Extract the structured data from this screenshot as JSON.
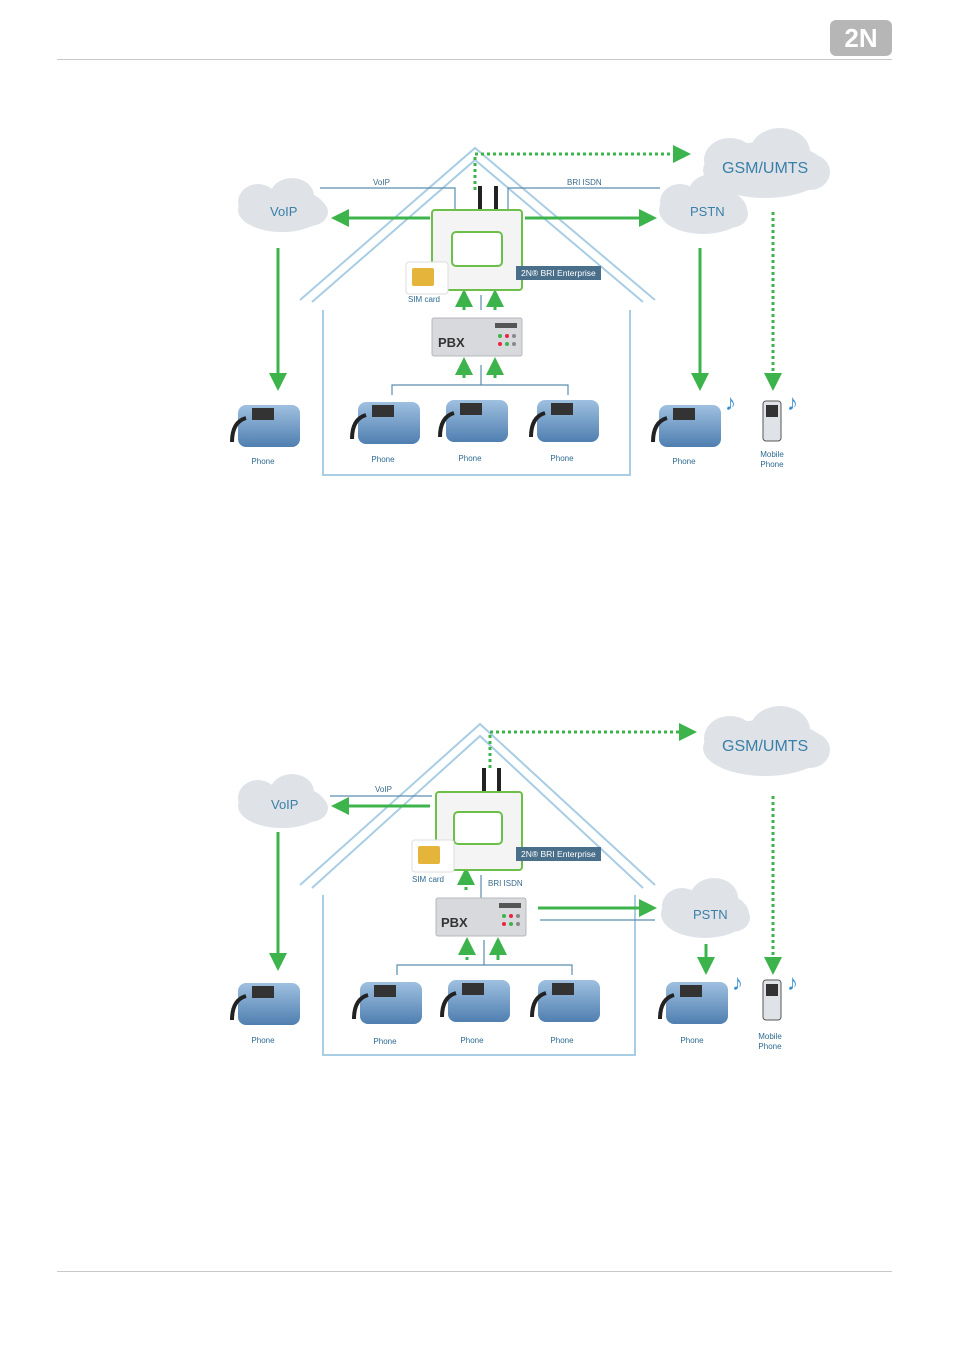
{
  "header": {
    "logo_text": "2N"
  },
  "diagrams": [
    {
      "clouds": {
        "voip": "VoIP",
        "pstn": "PSTN",
        "gsm": "GSM/UMTS"
      },
      "line_labels": {
        "voip": "VoIP",
        "bri": "BRI ISDN"
      },
      "device": {
        "label": "2N® BRI Enterprise",
        "sim": "SIM card",
        "pbx": "PBX"
      },
      "phones": [
        "Phone",
        "Phone",
        "Phone",
        "Phone",
        "Phone"
      ],
      "mobile": "Mobile\nPhone"
    },
    {
      "clouds": {
        "voip": "VoIP",
        "pstn": "PSTN",
        "gsm": "GSM/UMTS"
      },
      "line_labels": {
        "voip": "VoIP",
        "bri": "BRI ISDN"
      },
      "device": {
        "label": "2N® BRI Enterprise",
        "sim": "SIM card",
        "pbx": "PBX"
      },
      "phones": [
        "Phone",
        "Phone",
        "Phone",
        "Phone",
        "Phone"
      ],
      "mobile": "Mobile\nPhone"
    }
  ],
  "colors": {
    "green": "#3cb44b",
    "blue_line": "#5a8db0",
    "house": "#a8cde4",
    "cloud": "#dfe3e8"
  }
}
